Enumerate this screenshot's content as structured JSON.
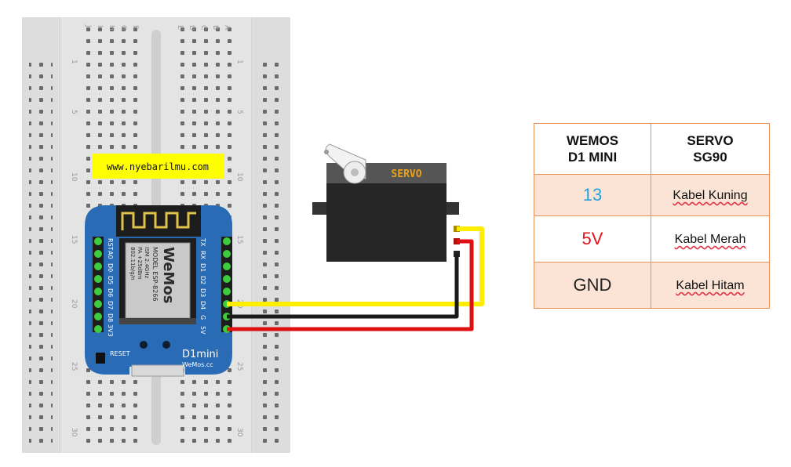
{
  "website_label": "www.nyebarilmu.com",
  "breadboard": {
    "column_letters_left": [
      "J",
      "I",
      "H",
      "G",
      "F"
    ],
    "column_letters_right": [
      "E",
      "D",
      "C",
      "B",
      "A"
    ],
    "row_numbers": [
      "1",
      "5",
      "10",
      "15",
      "20",
      "25",
      "30"
    ]
  },
  "board": {
    "name": "D1mini",
    "brand": "WeMos",
    "brand_footer": "WeMos.cc",
    "model_line": "MODEL ESP-8266",
    "spec_line1": "ISM 2.4GHz",
    "spec_line2": "PA +25dBm",
    "spec_line3": "802.11b/g/n",
    "reset_label": "RESET",
    "pins_left": [
      "RST",
      "A0",
      "D0",
      "D5",
      "D6",
      "D7",
      "D8",
      "3V3"
    ],
    "pins_right": [
      "TX",
      "RX",
      "D1",
      "D2",
      "D3",
      "D4",
      "G",
      "5V"
    ]
  },
  "servo": {
    "label": "SERVO"
  },
  "table": {
    "header": {
      "left": "WEMOS\nD1 MINI",
      "right": "SERVO\nSG90"
    },
    "rows": [
      {
        "pin": "13",
        "cable": "Kabel Kuning",
        "pin_color": "#1fa3e0"
      },
      {
        "pin": "5V",
        "cable": "Kabel Merah",
        "pin_color": "#e0141c"
      },
      {
        "pin": "GND",
        "cable": "Kabel Hitam",
        "pin_color": "#222222"
      }
    ]
  },
  "colors": {
    "wire_yellow": "#ffee00",
    "wire_black": "#1a1a1a",
    "wire_red": "#dd1111",
    "board_blue": "#2a6bb5",
    "table_border": "#e8905a",
    "table_fill": "#fbe4d6"
  }
}
